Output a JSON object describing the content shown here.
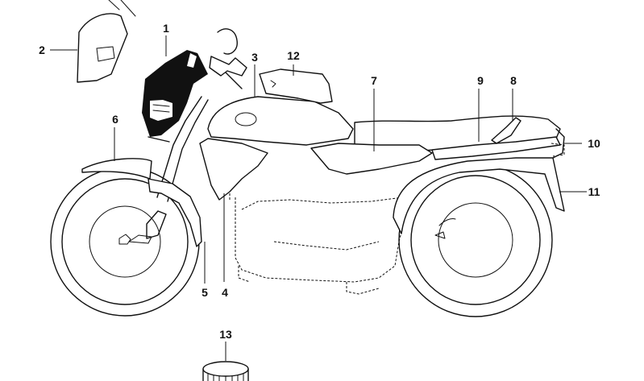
{
  "callouts": [
    {
      "id": "c1",
      "label": "1"
    },
    {
      "id": "c2",
      "label": "2"
    },
    {
      "id": "c3",
      "label": "3"
    },
    {
      "id": "c4",
      "label": "4"
    },
    {
      "id": "c5",
      "label": "5"
    },
    {
      "id": "c6",
      "label": "6"
    },
    {
      "id": "c7",
      "label": "7"
    },
    {
      "id": "c8",
      "label": "8"
    },
    {
      "id": "c9",
      "label": "9"
    },
    {
      "id": "c10",
      "label": "10"
    },
    {
      "id": "c11",
      "label": "11"
    },
    {
      "id": "c12",
      "label": "12"
    },
    {
      "id": "c13",
      "label": "13"
    }
  ],
  "colors": {
    "line": "#111111",
    "background": "#ffffff"
  }
}
